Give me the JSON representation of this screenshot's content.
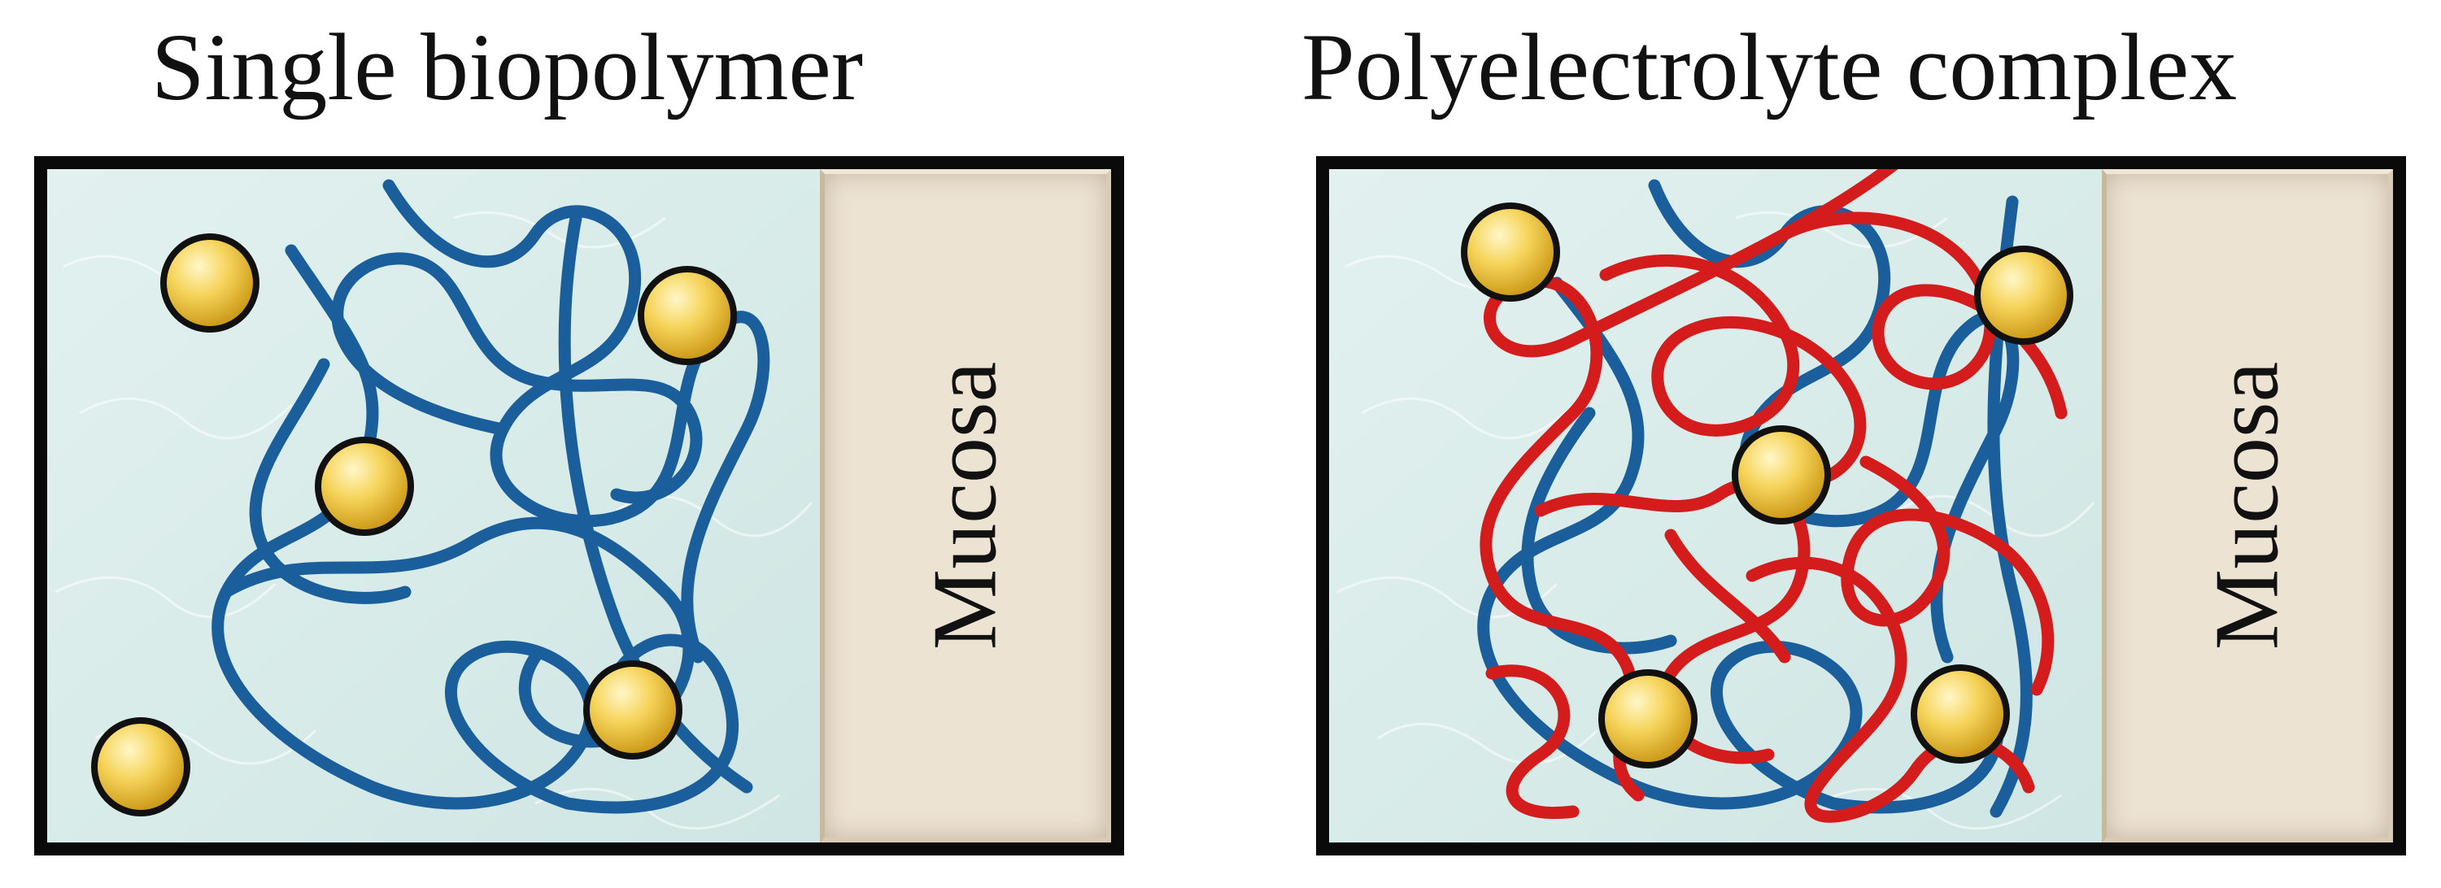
{
  "panels": [
    {
      "id": "single",
      "title": "Single biopolymer",
      "mucosa_label": "Mucosa",
      "chains": [
        "blue"
      ],
      "particle_count": 5
    },
    {
      "id": "complex",
      "title": "Polyelectrolyte complex",
      "mucosa_label": "Mucosa",
      "chains": [
        "blue",
        "red"
      ],
      "particle_count": 5
    }
  ],
  "colors": {
    "blue_chain": "#1a5f9c",
    "red_chain": "#d41c1c",
    "particle": "#f3c93c",
    "water": "#d8ecea",
    "mucosa": "#ede3d3",
    "border": "#0a0a0a"
  }
}
